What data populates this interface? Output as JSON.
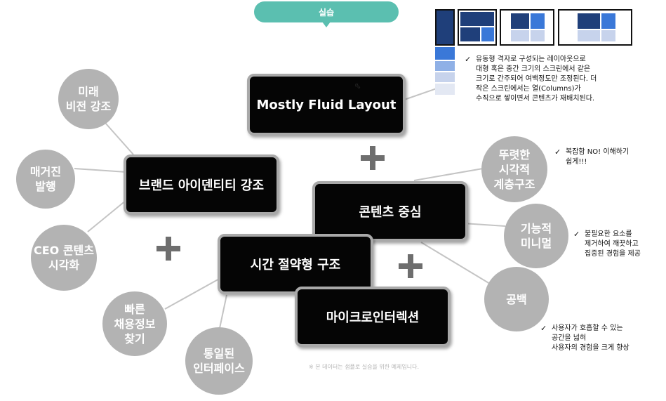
{
  "tab_label": "실습",
  "main_boxes": {
    "mostly_fluid": "Mostly Fluid Layout",
    "brand_identity": "브랜드 아이덴티티 강조",
    "content_center": "콘텐츠 중심",
    "time_saving": "시간 절약형 구조",
    "micro_interaction": "마이크로인터렉션"
  },
  "circles": {
    "future_vision": "미래\n비전 강조",
    "magazine": "매거진\n발행",
    "ceo_content": "CEO 콘텐츠\n시각화",
    "recruit_info": "빠른\n채용정보\n찾기",
    "unified_interface": "통일된\n인터페이스",
    "visual_hierarchy": "뚜렷한\n시각적\n계층구조",
    "functional_minimal": "기능적\n미니멀",
    "whitespace": "공백"
  },
  "notes": {
    "fluid_desc": "유동형 격자로 구성되는 레이아웃으로\n대형 혹은 중간 크기의 스크린에서 같은\n크기로 간주되어 여백정도만 조정된다. 더\n작은 스크린에서는 열(Columns)가\n수직으로 쌓이면서 콘텐츠가 재배치된다.",
    "simple_desc": "복잡함 NO! 이해하기\n쉽게!!!",
    "minimal_desc": "불필요한 요소를\n제거하여 깨끗하고\n집중된 경험을 제공",
    "space_desc": "사용자가 호흡할 수 있는\n공간을 넓혀\n사용자의 경험을 크게 향상"
  },
  "check_symbol": "✓",
  "footnote": "※ 본 데이터는 샘플로 실습을 위한 예제입니다.",
  "colors": {
    "tab": "#5bbfb0",
    "box_bg": "#050505",
    "box_border": "#a9a9a9",
    "circle": "#b3b3b3",
    "connector": "#c4c4c4",
    "plus": "#6e6e6e",
    "layout_dark": "#1f3f7a",
    "layout_mid": "#3a78d8",
    "layout_light": "#c7d3ec"
  }
}
